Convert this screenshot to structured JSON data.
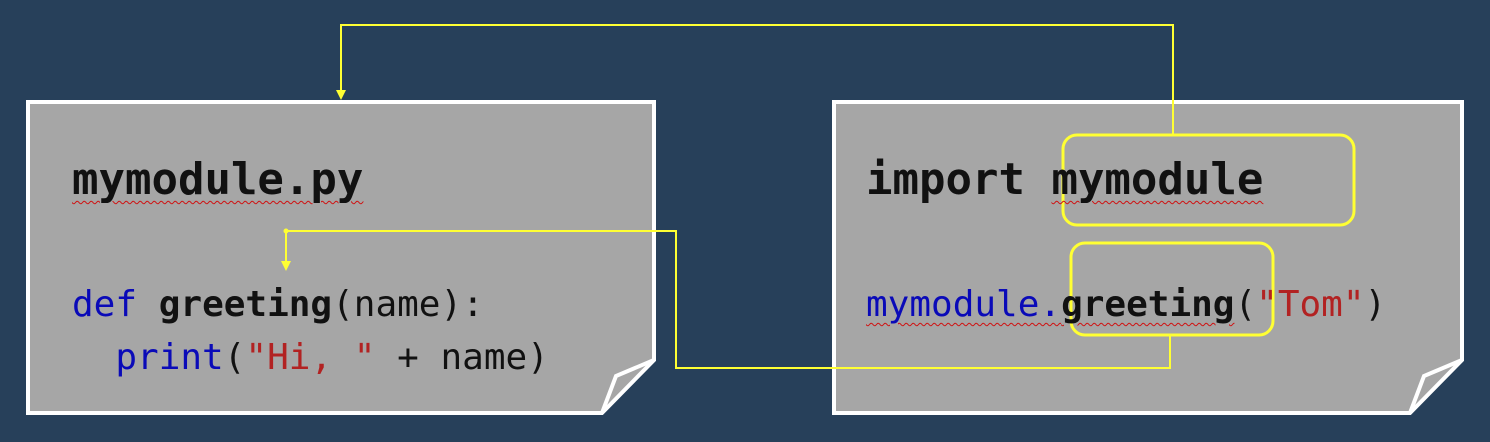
{
  "left_note": {
    "title": "mymodule.py",
    "line1": {
      "keyword": "def",
      "function": "greeting",
      "params": "(name):"
    },
    "line2": {
      "call": "print",
      "open": "(",
      "string": "\"Hi, \"",
      "rest": " + name)"
    }
  },
  "right_note": {
    "import_keyword": "import",
    "module_name": "mymodule",
    "call_module": "mymodule.",
    "call_function": "greeting",
    "call_open": "(",
    "call_arg": "\"Tom\"",
    "call_close": ")"
  },
  "colors": {
    "background": "#27405a",
    "note_fill": "#a6a6a6",
    "note_border": "#ffffff",
    "connector": "#ffff33",
    "keyword": "#0a0ab8",
    "string": "#b22222"
  }
}
